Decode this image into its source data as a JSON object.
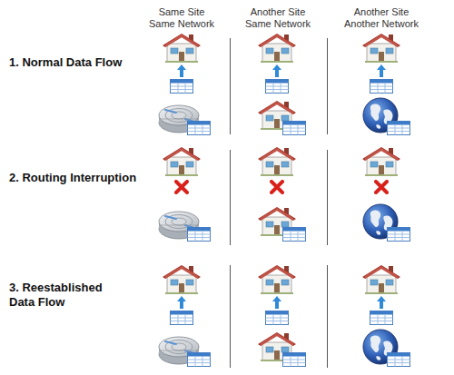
{
  "diagram": {
    "labels": [
      "Same Site Same Network",
      "Another Site Same Network",
      "Another Site Another Network",
      "1. Normal Data Flow",
      "2. Routing Interruption",
      "3. Reestablished Data Flow"
    ]
  }
}
